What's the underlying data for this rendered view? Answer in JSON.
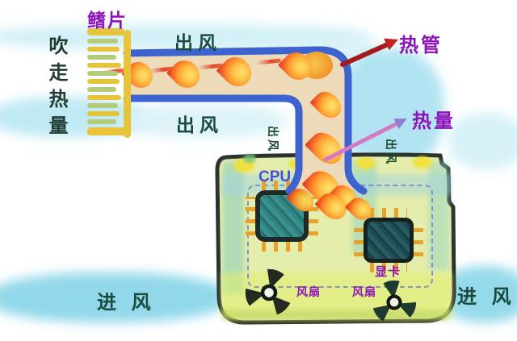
{
  "diagram": {
    "title": "hand-drawn PC cooling airflow diagram",
    "labels": {
      "fins": "鳍片",
      "blow_away_heat": "吹走热量",
      "air_out_top": "出风",
      "air_out_bottom": "出风",
      "heat_pipe": "热管",
      "heat": "热量",
      "case_vent_left": "出风",
      "case_vent_right": "出风",
      "cpu": "CPU",
      "graphics_card": "显卡",
      "fan_left": "风扇",
      "fan_right": "风扇",
      "air_in_left": "进 风",
      "air_in_right": "进 风"
    },
    "icons": {
      "fan": "three-blade-fan-icon",
      "flame": "flame-icon",
      "heatsink": "fin-stack-icon",
      "chip": "cpu-chip-icon",
      "arrow_red": "arrow-up-right",
      "arrow_pink": "arrow-up-right"
    },
    "colors": {
      "label_purple": "#8c14b8",
      "label_teal": "#1b4a40",
      "cpu_label_blue": "#4a50cc",
      "pipe_blue": "#3c63cf",
      "pipe_fill": "#ecdab8",
      "flame_orange": "#ff9226",
      "flame_red": "#e23418",
      "fin_yellow": "#e7c33a",
      "fin_green": "#b4cc7a",
      "case_fill": "#e4edab",
      "case_border": "#2c322c",
      "watercolor_cyan": "#9fdbee",
      "arrow_red": "#b01f1f",
      "arrow_pink": "#d678c8"
    }
  }
}
